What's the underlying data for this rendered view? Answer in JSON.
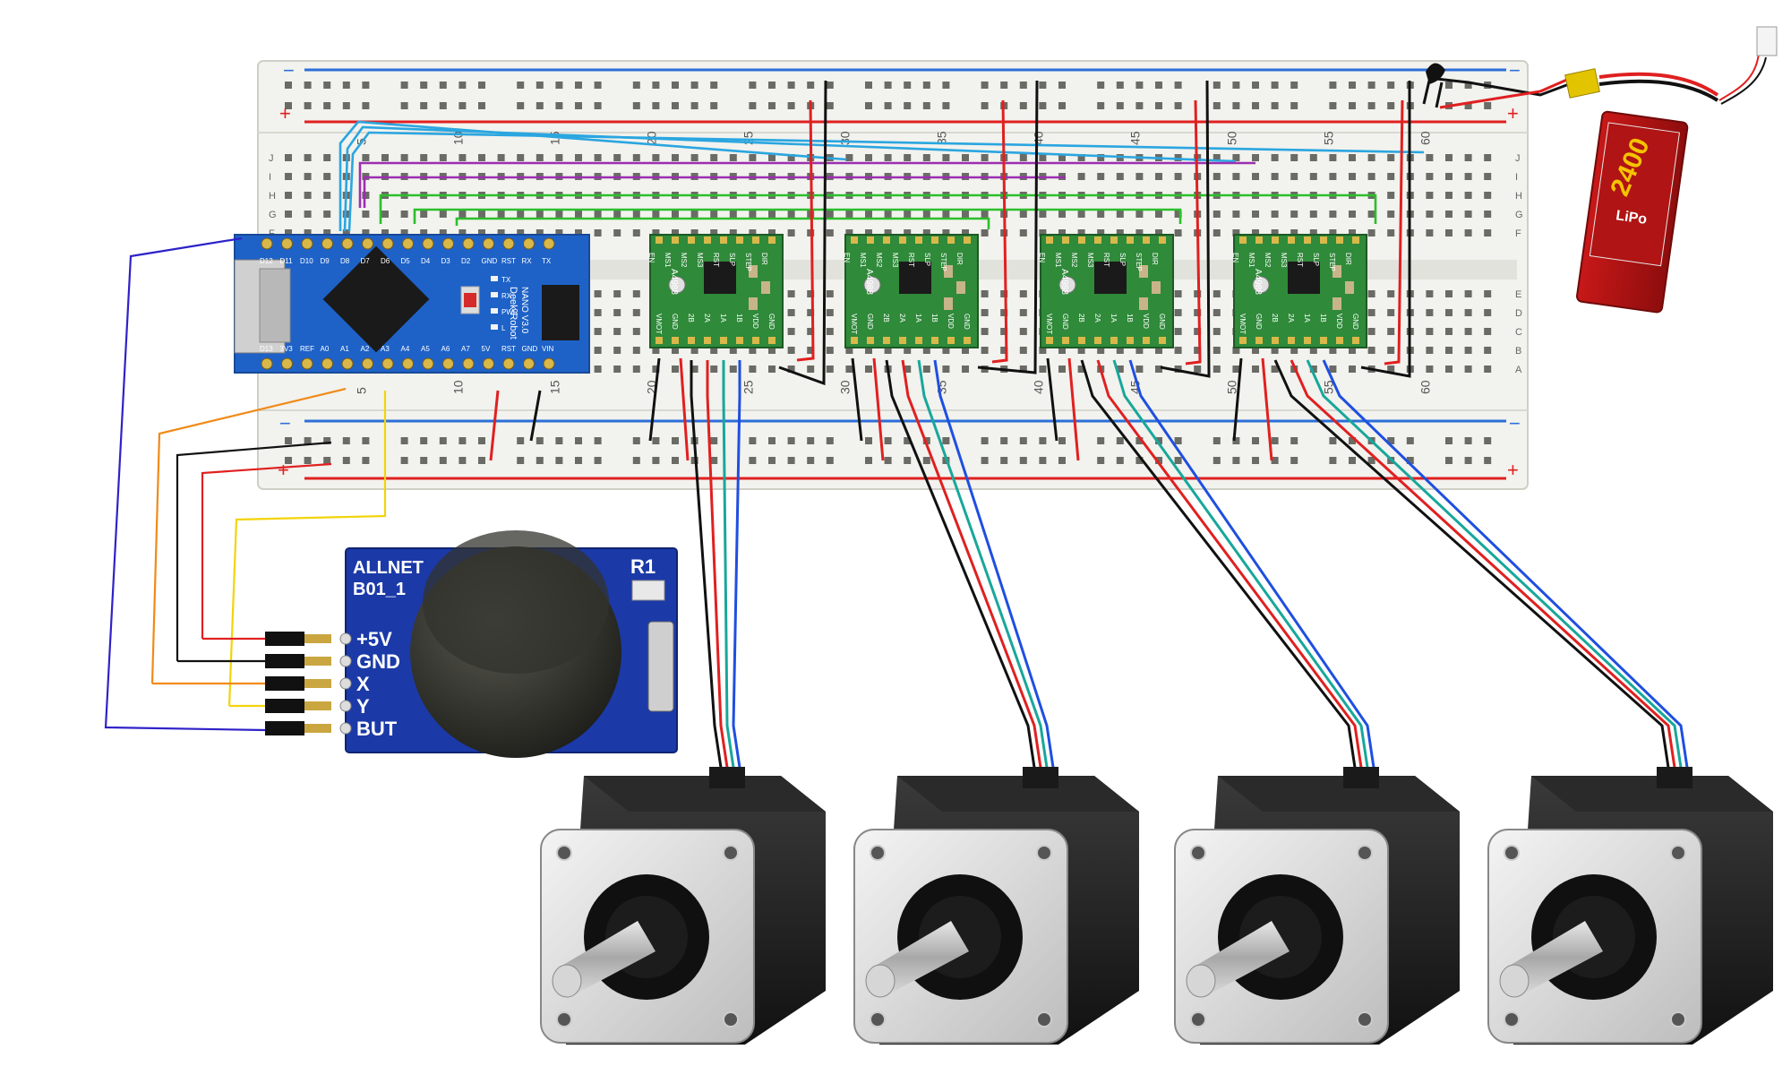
{
  "breadboard": {
    "column_numbers": [
      "5",
      "10",
      "15",
      "20",
      "25",
      "30",
      "35",
      "40",
      "45",
      "50",
      "55",
      "60"
    ],
    "row_letters_top": [
      "J",
      "I",
      "H",
      "G",
      "F"
    ],
    "row_letters_bottom": [
      "E",
      "D",
      "C",
      "B",
      "A"
    ],
    "rail_minus": "−",
    "rail_plus": "+"
  },
  "arduino": {
    "pins_top": [
      "D12",
      "D11",
      "D10",
      "D9",
      "D8",
      "D7",
      "D6",
      "D5",
      "D4",
      "D3",
      "D2",
      "GND",
      "RST",
      "RX",
      "TX"
    ],
    "pins_bottom": [
      "D13",
      "3V3",
      "REF",
      "A0",
      "A1",
      "A2",
      "A3",
      "A4",
      "A5",
      "A6",
      "A7",
      "5V",
      "RST",
      "GND",
      "VIN"
    ],
    "brand": "Deek-Robot",
    "model": "NANO V3.0",
    "leds": [
      "TX",
      "RX",
      "PWR",
      "L"
    ]
  },
  "drivers": {
    "label": "A4988",
    "pins_top": [
      "EN",
      "MS1",
      "MS2",
      "MS3",
      "RST",
      "SLP",
      "STEP",
      "DIR"
    ],
    "pins_bottom": [
      "VMOT",
      "GND",
      "2B",
      "2A",
      "1A",
      "1B",
      "VDD",
      "GND"
    ]
  },
  "joystick": {
    "brand": "ALLNET",
    "model": "B01_1",
    "ref": "R1",
    "pins": [
      "+5V",
      "GND",
      "X",
      "Y",
      "BUT"
    ]
  },
  "battery": {
    "capacity": "2400",
    "type": "LiPo"
  },
  "colors": {
    "red": "#e02020",
    "black": "#111111",
    "green_wire": "#2bbf2b",
    "teal_wire": "#18a79a",
    "blue_wire": "#1f4fe0",
    "cyan_wire": "#2aa6e0",
    "purple_wire": "#9b2fb0",
    "orange_wire": "#f08a18",
    "yellow_wire": "#f2d40a",
    "indigo_wire": "#2e22c8",
    "driver_pcb": "#2f8a3a",
    "nano_pcb": "#1e62c8",
    "joystick_pcb": "#1b3aa8"
  }
}
